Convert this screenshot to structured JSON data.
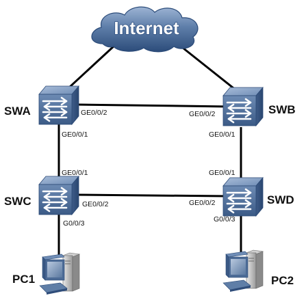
{
  "cloud": {
    "label": "Internet",
    "color": "#5e7ea9"
  },
  "switch_color": "#5f7ea7",
  "nodes": {
    "swa": "SWA",
    "swb": "SWB",
    "swc": "SWC",
    "swd": "SWD",
    "pc1": "PC1",
    "pc2": "PC2"
  },
  "ports": {
    "swa_right": "GE0/0/2",
    "swa_down": "GE0/0/1",
    "swb_left": "GE0/0/2",
    "swb_down": "GE0/0/1",
    "swc_up": "GE0/0/1",
    "swc_right": "GE0/0/2",
    "swc_down": "G0/0/3",
    "swd_up": "GE0/0/1",
    "swd_left": "GE0/0/2",
    "swd_down": "G0/0/3"
  },
  "links": [
    {
      "from": "Internet",
      "to": "SWA"
    },
    {
      "from": "Internet",
      "to": "SWB"
    },
    {
      "from": "SWA",
      "to": "SWB"
    },
    {
      "from": "SWA",
      "to": "SWC"
    },
    {
      "from": "SWB",
      "to": "SWD"
    },
    {
      "from": "SWC",
      "to": "SWD"
    },
    {
      "from": "SWC",
      "to": "PC1"
    },
    {
      "from": "SWD",
      "to": "PC2"
    }
  ]
}
